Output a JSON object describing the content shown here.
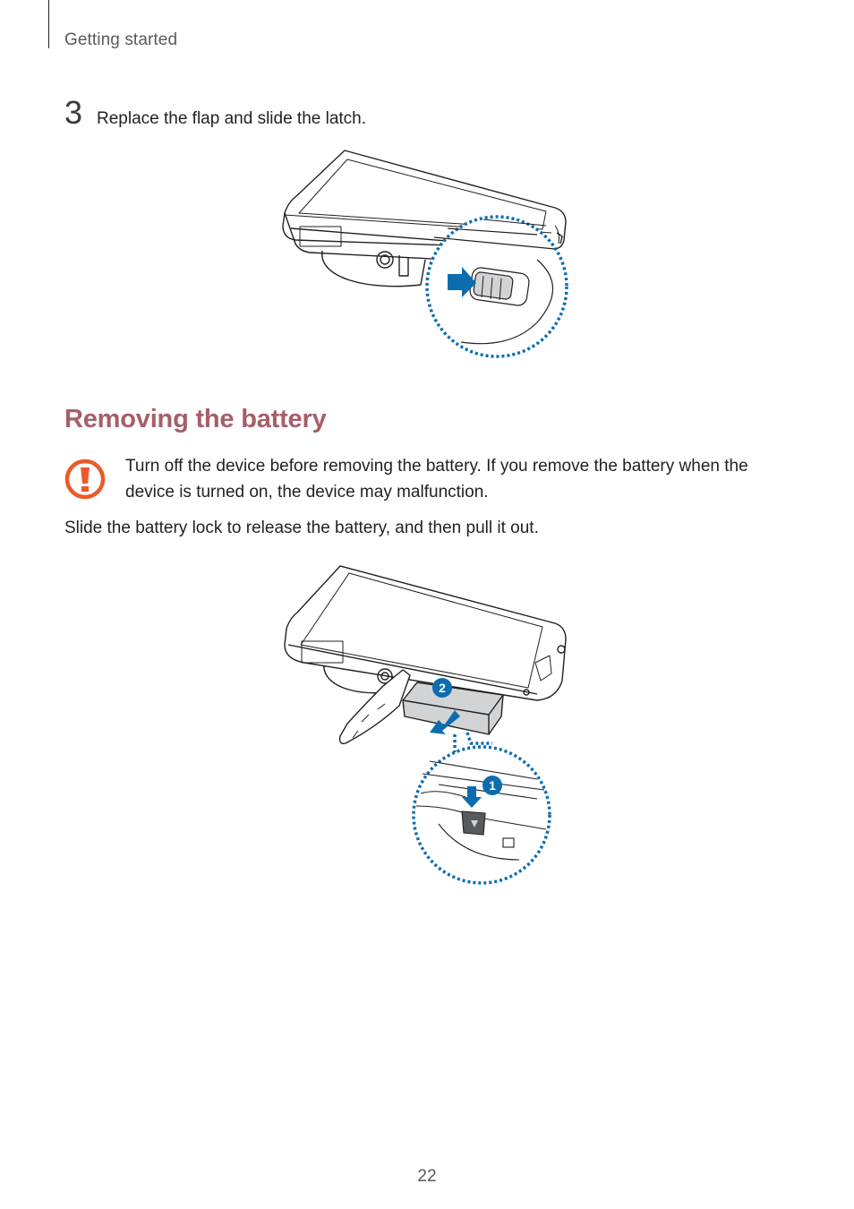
{
  "header": {
    "running_head": "Getting started"
  },
  "step3": {
    "number": "3",
    "text": "Replace the flap and slide the latch."
  },
  "figure1": {
    "description": "Camera bottom view with magnified latch being slid in direction of blue arrow",
    "accent_color": "#0b6db0"
  },
  "section": {
    "title": "Removing the battery",
    "title_color": "#a65e6a"
  },
  "caution": {
    "icon": "caution-exclamation-icon",
    "icon_color": "#ec5a2a",
    "text": "Turn off the device before removing the battery. If you remove the battery when the device is turned on, the device may malfunction."
  },
  "instruction": {
    "text": "Slide the battery lock to release the battery, and then pull it out."
  },
  "figure2": {
    "description": "Camera with open battery flap; battery being pulled out",
    "callouts": [
      "1",
      "2"
    ],
    "accent_color": "#0b6db0"
  },
  "footer": {
    "page_number": "22"
  }
}
